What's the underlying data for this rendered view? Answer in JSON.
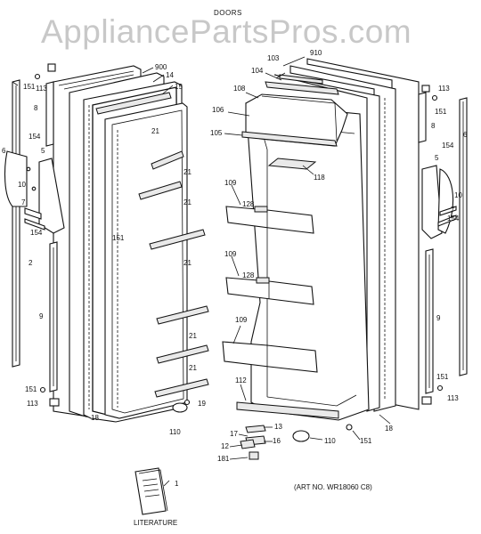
{
  "title": "DOORS",
  "watermark": "AppliancePartsPros.com",
  "art_no": "(ART NO. WR18060 C8)",
  "literature_label": "LITERATURE",
  "callouts": [
    {
      "id": "c-900-l",
      "text": "900"
    },
    {
      "id": "c-14-l",
      "text": "14"
    },
    {
      "id": "c-15-l",
      "text": "15"
    },
    {
      "id": "c-151-tl",
      "text": "151"
    },
    {
      "id": "c-113-tl",
      "text": "113"
    },
    {
      "id": "c-8-l",
      "text": "8"
    },
    {
      "id": "c-154-l1",
      "text": "154"
    },
    {
      "id": "c-5-l",
      "text": "5"
    },
    {
      "id": "c-6-l",
      "text": "6"
    },
    {
      "id": "c-10-l",
      "text": "10"
    },
    {
      "id": "c-7-l",
      "text": "7"
    },
    {
      "id": "c-154-l2",
      "text": "154"
    },
    {
      "id": "c-2-l",
      "text": "2"
    },
    {
      "id": "c-9-l",
      "text": "9"
    },
    {
      "id": "c-151-bl",
      "text": "151"
    },
    {
      "id": "c-113-bl",
      "text": "113"
    },
    {
      "id": "c-18-l",
      "text": "18"
    },
    {
      "id": "c-21-a",
      "text": "21"
    },
    {
      "id": "c-21-b",
      "text": "21"
    },
    {
      "id": "c-21-c",
      "text": "21"
    },
    {
      "id": "c-151-m",
      "text": "151"
    },
    {
      "id": "c-21-d",
      "text": "21"
    },
    {
      "id": "c-21-e",
      "text": "21"
    },
    {
      "id": "c-21-f",
      "text": "21"
    },
    {
      "id": "c-19",
      "text": "19"
    },
    {
      "id": "c-110-l",
      "text": "110"
    },
    {
      "id": "c-910",
      "text": "910"
    },
    {
      "id": "c-103",
      "text": "103"
    },
    {
      "id": "c-104",
      "text": "104"
    },
    {
      "id": "c-108",
      "text": "108"
    },
    {
      "id": "c-106",
      "text": "106"
    },
    {
      "id": "c-105",
      "text": "105"
    },
    {
      "id": "c-118",
      "text": "118"
    },
    {
      "id": "c-109-a",
      "text": "109"
    },
    {
      "id": "c-128-a",
      "text": "128"
    },
    {
      "id": "c-109-b",
      "text": "109"
    },
    {
      "id": "c-128-b",
      "text": "128"
    },
    {
      "id": "c-109-c",
      "text": "109"
    },
    {
      "id": "c-112",
      "text": "112"
    },
    {
      "id": "c-13",
      "text": "13"
    },
    {
      "id": "c-17",
      "text": "17"
    },
    {
      "id": "c-16",
      "text": "16"
    },
    {
      "id": "c-12",
      "text": "12"
    },
    {
      "id": "c-181",
      "text": "181"
    },
    {
      "id": "c-110-r",
      "text": "110"
    },
    {
      "id": "c-151-br",
      "text": "151"
    },
    {
      "id": "c-18-r",
      "text": "18"
    },
    {
      "id": "c-113-tr",
      "text": "113"
    },
    {
      "id": "c-151-tr",
      "text": "151"
    },
    {
      "id": "c-8-r",
      "text": "8"
    },
    {
      "id": "c-6-r",
      "text": "6"
    },
    {
      "id": "c-154-r1",
      "text": "154"
    },
    {
      "id": "c-5-r",
      "text": "5"
    },
    {
      "id": "c-10-r",
      "text": "10"
    },
    {
      "id": "c-7-r",
      "text": "7"
    },
    {
      "id": "c-154-r2",
      "text": "154"
    },
    {
      "id": "c-9-r",
      "text": "9"
    },
    {
      "id": "c-151-r",
      "text": "151"
    },
    {
      "id": "c-113-br",
      "text": "113"
    },
    {
      "id": "c-1",
      "text": "1"
    }
  ]
}
